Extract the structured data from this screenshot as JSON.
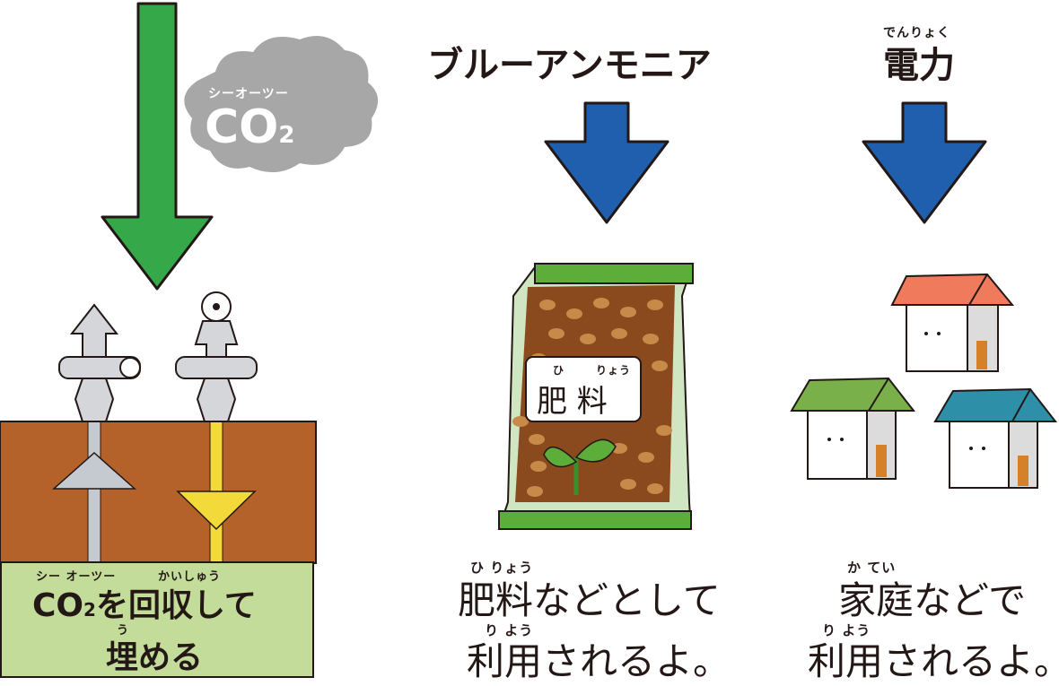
{
  "co2_cloud": {
    "ruby": "シーオーツー",
    "label_main": "CO",
    "label_sub": "2"
  },
  "capture_box": {
    "ruby_co2": "シー オーツー",
    "ruby_kaishu": "かいしゅう",
    "line1_co": "CO",
    "line1_sub": "2",
    "line1_rest": "を回収して",
    "ruby_u": "う",
    "line2": "埋める"
  },
  "ammonia": {
    "title": "ブルーアンモニア",
    "bag_ruby_hi": "ひ",
    "bag_ruby_ryou": "りょう",
    "bag_label": "肥 料",
    "caption_ruby1": "ひ りょう",
    "caption_line1": "肥料などとして",
    "caption_ruby2": "り よう",
    "caption_line2": "利用されるよ。"
  },
  "power": {
    "title_ruby": "でんりょく",
    "title": "電力",
    "caption_ruby1": "か てい",
    "caption_line1": "家庭などで",
    "caption_ruby2": "り よう",
    "caption_line2": "利用されるよ。"
  },
  "colors": {
    "green_arrow": "#35a84a",
    "blue_arrow": "#1f5fae",
    "soil": "#b4622a",
    "capture_box": "#c4dc9a",
    "yellow_pipe": "#f3d93a",
    "cloud": "#a7a7a7"
  }
}
